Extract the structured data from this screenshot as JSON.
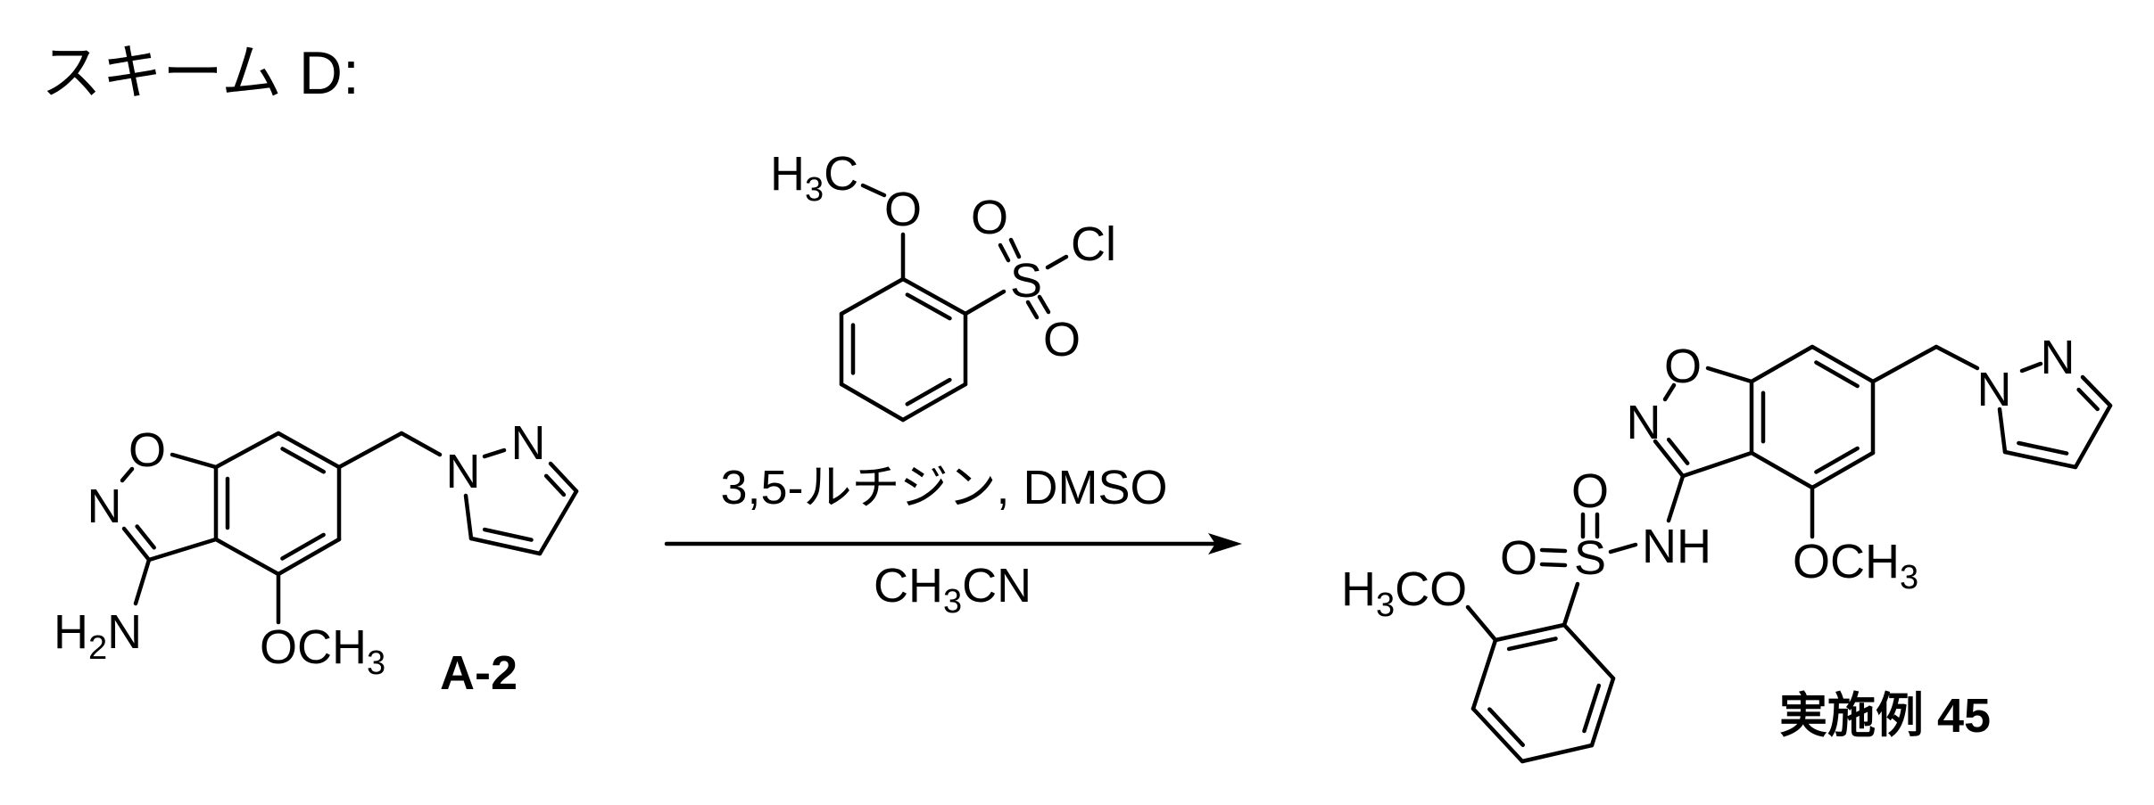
{
  "title": "スキーム D:",
  "reactant": {
    "label": "A-2",
    "atoms": {
      "ring_o": "O",
      "ring_n": "N",
      "amine": [
        "H",
        "2",
        "N"
      ],
      "methoxy": [
        "OCH",
        "3"
      ],
      "pyrazole_n1": "N",
      "pyrazole_n2": "N"
    }
  },
  "reagent": {
    "atoms": {
      "methyl": [
        "H",
        "3",
        "C"
      ],
      "ether_o": "O",
      "sulfur": "S",
      "oxo_top": "O",
      "oxo_bottom": "O",
      "chlorine": "Cl"
    }
  },
  "conditions": {
    "above": "3,5-ルチジン, DMSO",
    "below": [
      "CH",
      "3",
      "CN"
    ]
  },
  "product": {
    "label": "実施例 45",
    "atoms": {
      "ring_o": "O",
      "ring_n": "N",
      "nh": "NH",
      "methoxy": [
        "OCH",
        "3"
      ],
      "pyrazole_n1": "N",
      "pyrazole_n2": "N",
      "sulfur": "S",
      "oxo_top": "O",
      "oxo_left": "O",
      "aryl_methoxy": [
        "H",
        "3",
        "CO"
      ]
    }
  }
}
